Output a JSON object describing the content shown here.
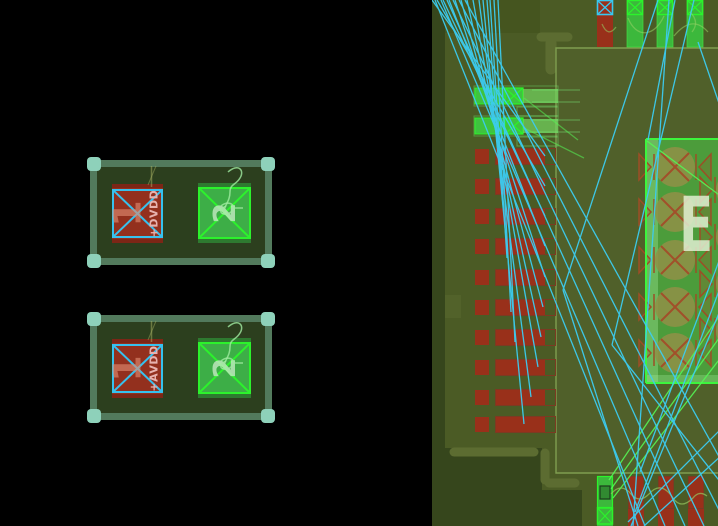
{
  "editor": {
    "description": "PCB layout editor canvas with two capacitor footprints and board copper view"
  },
  "left_panel": {
    "footprints": [
      {
        "id": "fp-dvdd",
        "pad1_number": "1",
        "pad1_net": "+DVDD",
        "pad2_number": "2"
      },
      {
        "id": "fp-avdd",
        "pad1_number": "1",
        "pad1_net": "+AVDD",
        "pad2_number": "2"
      }
    ]
  },
  "board": {
    "silkscreen_label": "E",
    "left_pad_column": {
      "selected_green_rows": 2,
      "red_rows": 10
    },
    "top_edge_pads": {
      "red": 1,
      "green": 3
    },
    "bottom_edge_pads": {
      "green": 1,
      "red": 3
    },
    "bga_pad_rows": 5
  },
  "colors": {
    "background": "#000000",
    "ratsnest": "#3ccdf2",
    "selected_highlight": "#2bf32b",
    "top_copper_pad": "#99301a",
    "bottom_copper_pad": "#3cb83c",
    "pour_outer": "#4b5b25",
    "pour_inner": "#50602a",
    "courtyard_teal": "#8ed1ba"
  }
}
